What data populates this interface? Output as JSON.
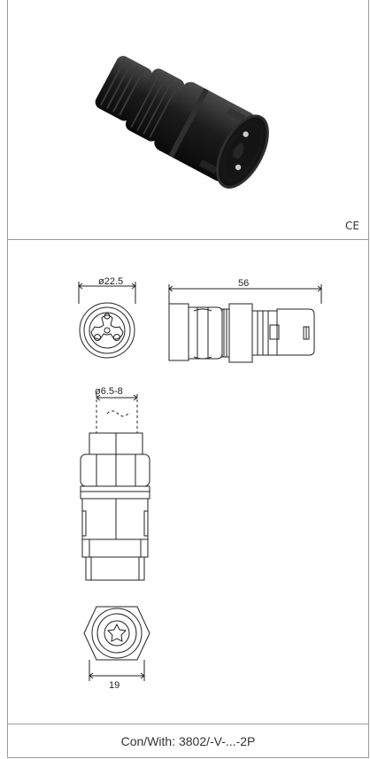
{
  "marks": {
    "ce": "CE"
  },
  "dimensions": {
    "front_diameter": "ø22.5",
    "side_length": "56",
    "cable_range": "ø6.5-8",
    "hex_width": "19"
  },
  "footer": {
    "compatible_with": "Con/With: 3802/-V-...-2P"
  }
}
